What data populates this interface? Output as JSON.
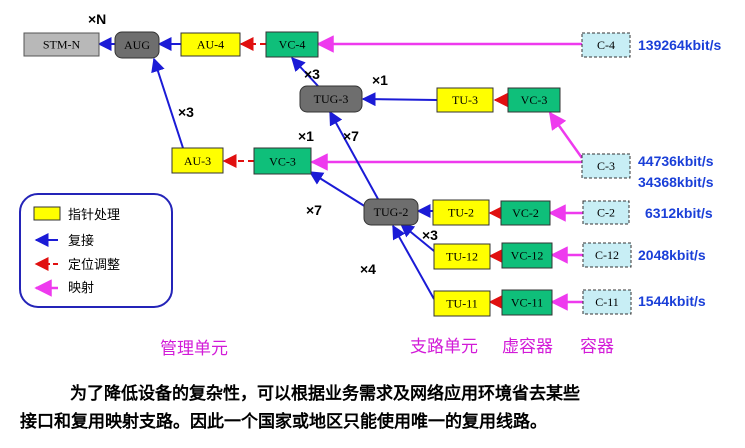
{
  "boxes": {
    "stm_n": "STM-N",
    "aug": "AUG",
    "au4": "AU-4",
    "vc4": "VC-4",
    "c4": "C-4",
    "tug3": "TUG-3",
    "tu3": "TU-3",
    "vc3_top": "VC-3",
    "au3": "AU-3",
    "vc3_mid": "VC-3",
    "c3": "C-3",
    "tug2": "TUG-2",
    "tu2": "TU-2",
    "vc2": "VC-2",
    "c2": "C-2",
    "tu12": "TU-12",
    "vc12": "VC-12",
    "c12": "C-12",
    "tu11": "TU-11",
    "vc11": "VC-11",
    "c11": "C-11"
  },
  "multipliers": {
    "n": "×N",
    "vc4_tug3": "×3",
    "tu3_tug3": "×1",
    "aug_au3": "×3",
    "tug3_vc4": "×1",
    "tug2_tug3": "×7",
    "tug2_vc3": "×7",
    "tu12_tug2": "×3",
    "tu11_tug2": "×4"
  },
  "rates": {
    "c4": "139264kbit/s",
    "c3_a": "44736kbit/s",
    "c3_b": "34368kbit/s",
    "c2": "6312kbit/s",
    "c12": "2048kbit/s",
    "c11": "1544kbit/s"
  },
  "legend": {
    "pointer": "指针处理",
    "multiplex": "复接",
    "align": "定位调整",
    "mapping": "映射"
  },
  "sections": {
    "management_unit": "管理单元",
    "tributary_unit": "支路单元",
    "virtual_container": "虚容器",
    "container": "容器"
  },
  "caption": {
    "line1": "为了降低设备的复杂性，可以根据业务需求及网络应用环境省去某些",
    "line2": "接口和复用映射支路。因此一个国家或地区只能使用唯一的复用线路。"
  },
  "colors": {
    "pointer": "#ffff00",
    "vc": "#0fbf7a",
    "container": "#c8eef5",
    "group": "#6e6e6e",
    "multiplex_arrow": "#1b1bd6",
    "align_arrow": "#e01010",
    "mapping_arrow": "#ee3aee"
  }
}
